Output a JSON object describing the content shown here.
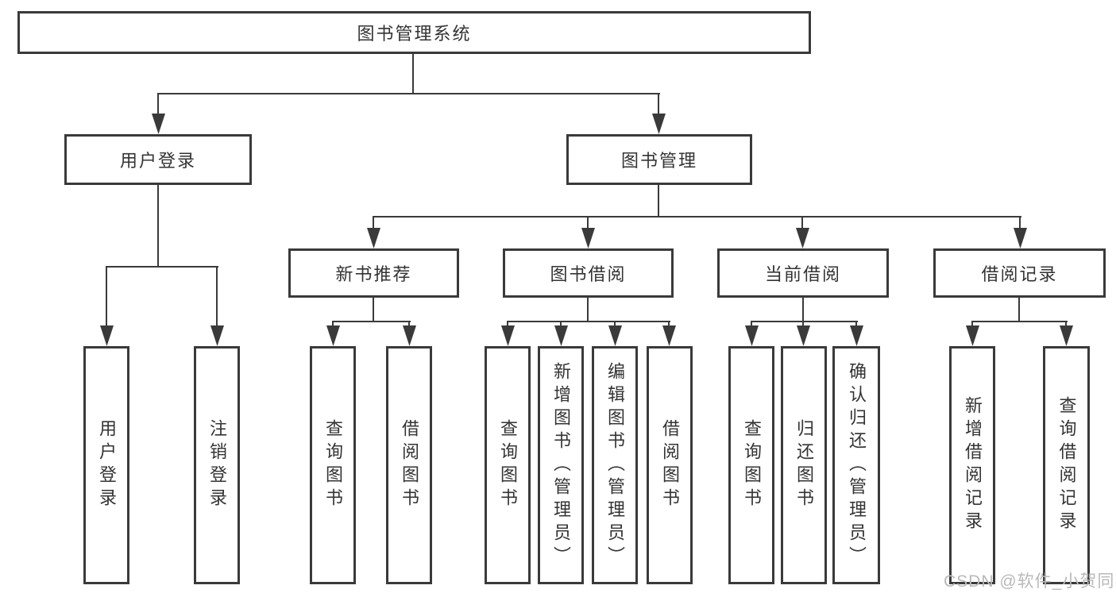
{
  "colors": {
    "background": "#ffffff",
    "line": "#3a3a3a",
    "text": "#333333",
    "watermark": "#b9b9b9"
  },
  "watermark": {
    "text": "CSDN @软件_小贺同学"
  },
  "diagram": {
    "root": {
      "label": "图书管理系统"
    },
    "level2": [
      {
        "label": "用户登录"
      },
      {
        "label": "图书管理"
      }
    ],
    "level3": [
      {
        "label": "新书推荐"
      },
      {
        "label": "图书借阅"
      },
      {
        "label": "当前借阅"
      },
      {
        "label": "借阅记录"
      }
    ],
    "leaves": {
      "user_login": [
        "用户登录",
        "注销登录"
      ],
      "new_book_recommend": [
        "查询图书",
        "借阅图书"
      ],
      "book_borrow": [
        "查询图书",
        "新增图书（管理员）",
        "编辑图书（管理员）",
        "借阅图书"
      ],
      "current_borrow": [
        "查询图书",
        "归还图书",
        "确认归还（管理员）"
      ],
      "borrow_record": [
        "新增借阅记录",
        "查询借阅记录"
      ]
    }
  }
}
